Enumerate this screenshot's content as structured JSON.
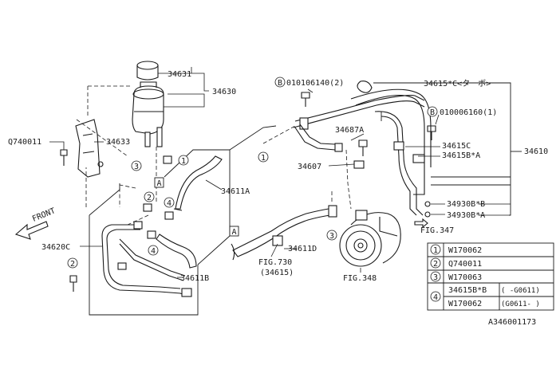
{
  "labels": {
    "p34631": "34631",
    "p34630": "34630",
    "p34633": "34633",
    "q740011": "Q740011",
    "p34611A": "34611A",
    "p34620C": "34620C",
    "p34611B": "34611B",
    "front": "FRONT",
    "b010106140": "010106140(2)",
    "p34615C_turbo": "34615*C<ターボ>",
    "b010006160": "010006160(1)",
    "p34687A": "34687A",
    "p34607": "34607",
    "p34615C": "34615C",
    "p34615BA": "34615B*A",
    "p34610": "34610",
    "p34930BB": "34930B*B",
    "p34930BA": "34930B*A",
    "fig347": "FIG.347",
    "p34611D": "34611D",
    "fig730": "FIG.730",
    "fig730_sub": "(34615)",
    "fig348": "FIG.348",
    "box_a1": "A",
    "box_a2": "A",
    "callout_b1": "B",
    "callout_b2": "B",
    "diagram_id": "A346001173"
  },
  "callouts": [
    "1",
    "1",
    "2",
    "2",
    "3",
    "3",
    "4",
    "4"
  ],
  "legend": {
    "rows": [
      {
        "num": "1",
        "part": "W170062",
        "range": ""
      },
      {
        "num": "2",
        "part": "Q740011",
        "range": ""
      },
      {
        "num": "3",
        "part": "W170063",
        "range": ""
      },
      {
        "num": "4",
        "part": "34615B*B",
        "range": "( -G0611)"
      },
      {
        "num": "",
        "part": "W170062",
        "range": "(G0611- )"
      }
    ]
  }
}
